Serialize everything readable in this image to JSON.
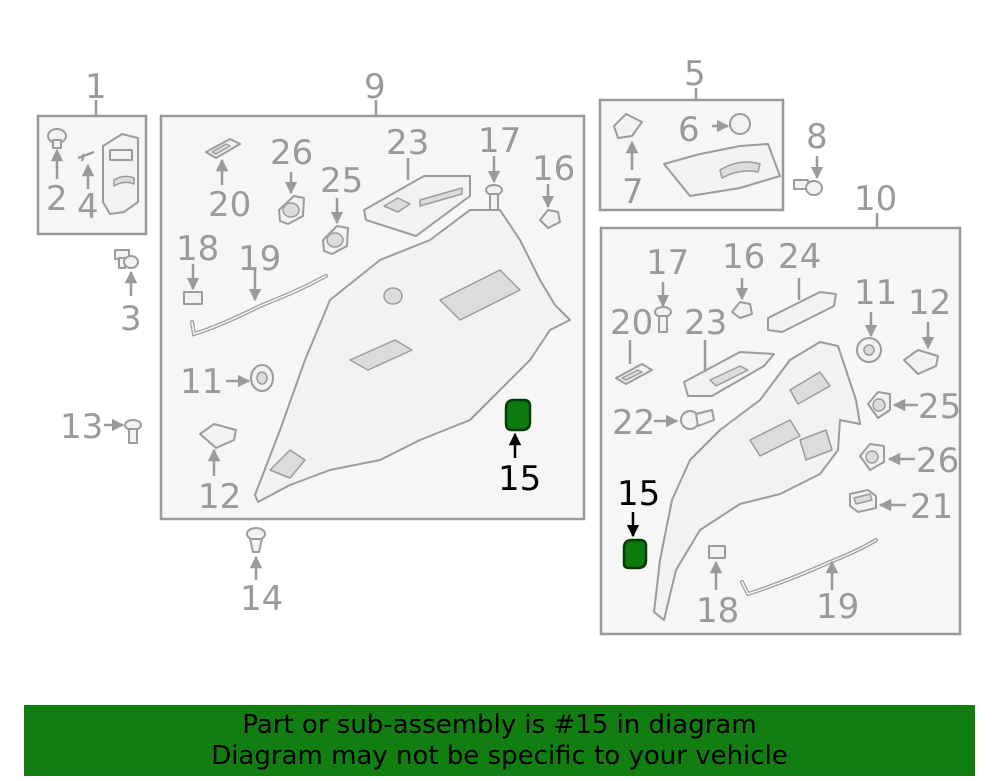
{
  "labels": {
    "l1": "1",
    "l2": "2",
    "l3": "3",
    "l4": "4",
    "l5": "5",
    "l6": "6",
    "l7": "7",
    "l8": "8",
    "l9": "9",
    "l10": "10",
    "l11": "11",
    "l12": "12",
    "l13": "13",
    "l14": "14",
    "l15": "15",
    "l16": "16",
    "l17": "17",
    "l18": "18",
    "l19": "19",
    "l20": "20",
    "l21": "21",
    "l22": "22",
    "l23": "23",
    "l24": "24",
    "l25": "25",
    "l26": "26"
  },
  "banner": {
    "line1": "Part or sub-assembly is #15 in diagram",
    "line2": "Diagram may not be specific to your vehicle"
  },
  "colors": {
    "highlight": "#0d7a0d",
    "banner": "#127e12",
    "line_art": "#9a9a9a"
  }
}
